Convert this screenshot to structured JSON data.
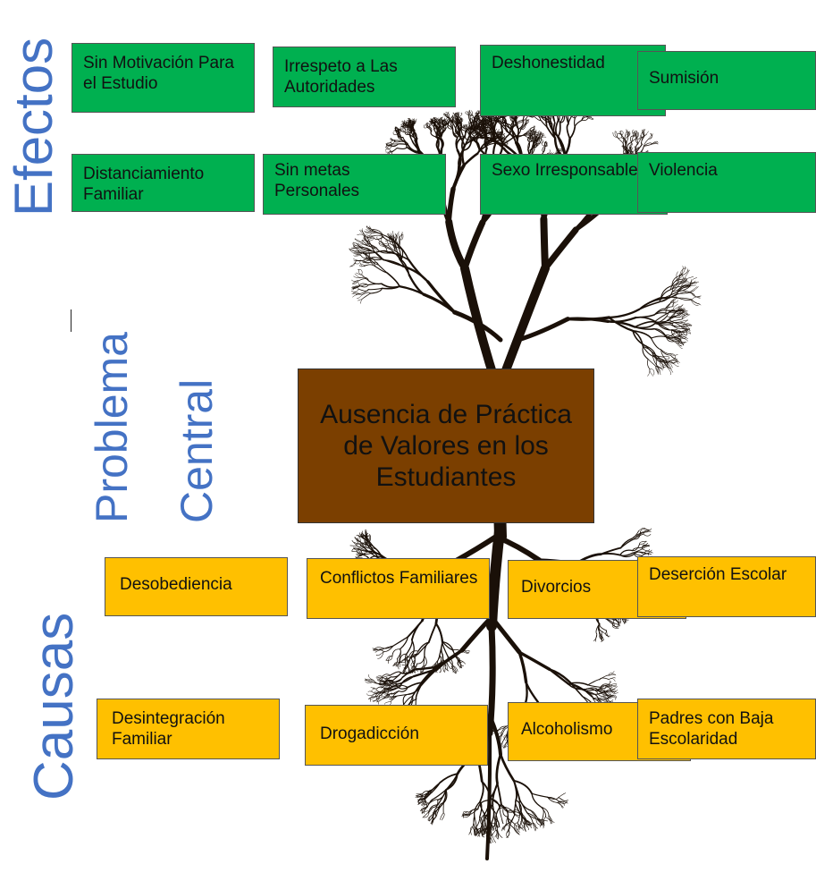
{
  "labels": {
    "effects": "Efectos",
    "problem_line1": "Problema",
    "problem_line2": "Central",
    "causes": "Causas"
  },
  "central_problem": "Ausencia de Práctica de Valores en los Estudiantes",
  "effects": [
    "Sin Motivación Para el Estudio",
    "Irrespeto a Las Autoridades",
    "Deshonestidad",
    "Sumisión",
    "Distanciamiento Familiar",
    "Sin metas Personales",
    "Sexo Irresponsable",
    "Violencia"
  ],
  "causes": [
    "Desobediencia",
    "Conflictos Familiares",
    "Divorcios",
    "Deserción Escolar",
    "Desintegración Familiar",
    "Drogadicción",
    "Alcoholismo",
    "Padres con Baja Escolaridad"
  ],
  "colors": {
    "effect_box": "#00b050",
    "cause_box": "#ffc000",
    "central_box": "#7b3f00",
    "label_text": "#4472c4",
    "tree": "#1a1008"
  },
  "background_image": "tree-silhouette"
}
